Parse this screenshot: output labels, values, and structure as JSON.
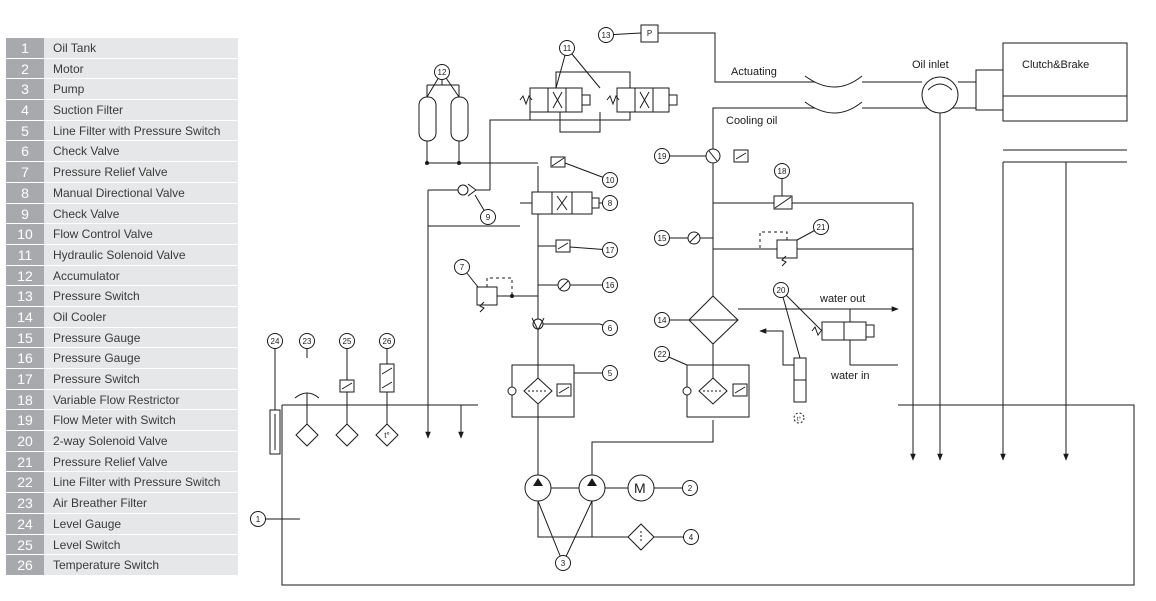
{
  "legend": [
    {
      "num": "1",
      "desc": "Oil Tank"
    },
    {
      "num": "2",
      "desc": "Motor"
    },
    {
      "num": "3",
      "desc": "Pump"
    },
    {
      "num": "4",
      "desc": "Suction Filter"
    },
    {
      "num": "5",
      "desc": "Line Filter with Pressure Switch"
    },
    {
      "num": "6",
      "desc": "Check Valve"
    },
    {
      "num": "7",
      "desc": "Pressure Relief Valve"
    },
    {
      "num": "8",
      "desc": "Manual Directional Valve"
    },
    {
      "num": "9",
      "desc": "Check Valve"
    },
    {
      "num": "10",
      "desc": "Flow Control Valve"
    },
    {
      "num": "11",
      "desc": "Hydraulic Solenoid Valve"
    },
    {
      "num": "12",
      "desc": "Accumulator"
    },
    {
      "num": "13",
      "desc": "Pressure Switch"
    },
    {
      "num": "14",
      "desc": "Oil Cooler"
    },
    {
      "num": "15",
      "desc": "Pressure Gauge"
    },
    {
      "num": "16",
      "desc": "Pressure Gauge"
    },
    {
      "num": "17",
      "desc": "Pressure Switch"
    },
    {
      "num": "18",
      "desc": "Variable Flow Restrictor"
    },
    {
      "num": "19",
      "desc": "Flow Meter with Switch"
    },
    {
      "num": "20",
      "desc": "2-way Solenoid Valve"
    },
    {
      "num": "21",
      "desc": "Pressure Relief Valve"
    },
    {
      "num": "22",
      "desc": "Line Filter with Pressure Switch"
    },
    {
      "num": "23",
      "desc": "Air Breather Filter"
    },
    {
      "num": "24",
      "desc": "Level Gauge"
    },
    {
      "num": "25",
      "desc": "Level Switch"
    },
    {
      "num": "26",
      "desc": "Temperature Switch"
    }
  ],
  "labels": {
    "actuating": "Actuating",
    "cooling_oil": "Cooling oil",
    "oil_inlet": "Oil inlet",
    "clutch_brake": "Clutch&Brake",
    "water_out": "water out",
    "water_in": "water in",
    "motor_symbol": "M",
    "pressure_symbol": "P",
    "temp_symbol": "t°",
    "temp_symbol_small": "t°"
  },
  "callouts": [
    "1",
    "2",
    "3",
    "4",
    "5",
    "6",
    "7",
    "8",
    "9",
    "10",
    "11",
    "12",
    "13",
    "14",
    "15",
    "16",
    "17",
    "18",
    "19",
    "20",
    "21",
    "22",
    "23",
    "24",
    "25",
    "26"
  ]
}
